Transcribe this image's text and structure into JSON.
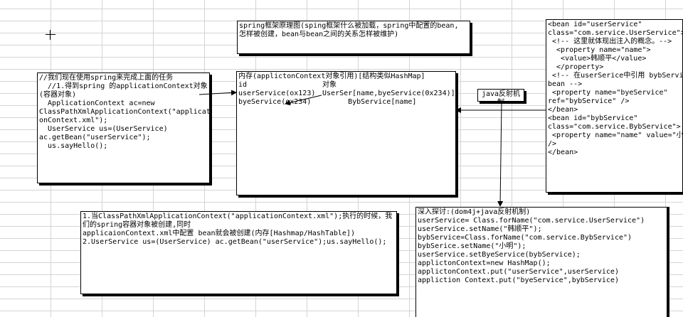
{
  "title_box": {
    "lines": [
      "spring框架原理图(sping框架什么被加载，spring中配置的bean,",
      "怎样被创建，bean与bean之间的关系怎样被维护)"
    ]
  },
  "usage_box": {
    "lines": [
      "//我们现在使用spring来完成上面的任务",
      "  //1.得到spring 的applicationContext对象",
      "(容器对象)",
      "  ApplicationContext ac=new",
      "ClassPathXmlApplicationContext(\"applicati",
      "onContext.xml\");",
      "  UserService us=(UserService)",
      "ac.getBean(\"userService\");",
      "  us.sayHello();"
    ]
  },
  "memory_box": {
    "heading": "内存(applictonContext对象引用)[结构类似HashMap]",
    "col_id": "id",
    "col_obj": "对象",
    "rows": [
      {
        "id": "userService(ox123)",
        "obj": "UserSer[name,byeService(0x234)]"
      },
      {
        "id": "byeService(ox234)",
        "obj": "      BybService[name]"
      }
    ]
  },
  "reflect_box": {
    "label": "java反射机制"
  },
  "xml_box": {
    "lines": [
      "<bean id=\"userService\"",
      "class=\"com.service.UserService\">",
      " <!-- 这里就体现出注入的概念。-->",
      "  <property name=\"name\">",
      "   <value>韩顺平</value>",
      "  </property>",
      " <!-- 在userSerice中引用 bybService",
      "bean -->",
      " <property name=\"byeService\"",
      "ref=\"bybService\" />",
      "</bean>",
      "<bean id=\"bybService\"",
      "class=\"com.service.BybService\">",
      " <property name=\"name\" value=\"小明\"",
      "/>",
      "</bean>"
    ]
  },
  "explain_box": {
    "lines": [
      "1.当ClassPathXmlApplicationContext(\"applicationContext.xml\");执行的时候，我们的spring容器对象被创建,同时",
      "applicaionContext.xml中配置 bean就会被创建(内存[Hashmap/HashTable])",
      "2.UserService us=(UserService) ac.getBean(\"userService\");us.sayHello();"
    ]
  },
  "deep_box": {
    "lines": [
      "深入探讨:(dom4j+java反射机制)",
      "userService= Class.forName(\"com.service.UserService\")",
      "userService.setName(\"韩顺平\");",
      "",
      "bybService=Class.forName(\"com.service.BybService\")",
      "bybSerice.setName(\"小明\");",
      "userService.setByeService(bybService);",
      "applictonContext=new HashMap();",
      "applictonContext.put(\"userService\",userService)",
      "appliction Context.put(\"byeService\",bybService)"
    ]
  }
}
